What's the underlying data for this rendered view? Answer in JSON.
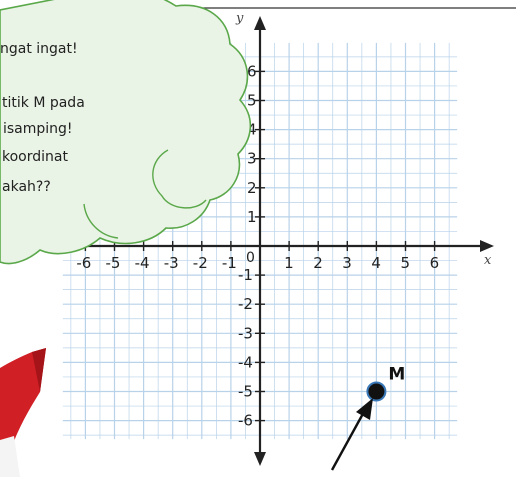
{
  "plane": {
    "x_axis_letter": "x",
    "y_axis_letter": "y",
    "x_tick_labels": [
      "-6",
      "-5",
      "-4",
      "-3",
      "-2",
      "-1",
      "1",
      "2",
      "3",
      "4",
      "5",
      "6"
    ],
    "y_tick_labels": [
      "6",
      "5",
      "4",
      "3",
      "2",
      "1",
      "-1",
      "-2",
      "-3",
      "-4",
      "-5",
      "-6"
    ],
    "origin_label": "0",
    "x_range": [
      -6,
      6
    ],
    "y_range": [
      -6,
      6
    ]
  },
  "point": {
    "label": "M",
    "x": 4,
    "y": -5
  },
  "bubble": {
    "lines": [
      "ngat ingat!",
      "titik M pada",
      "isamping!",
      "koordinat",
      "akah??"
    ]
  },
  "colors": {
    "grid": "#b8d2ea",
    "axis": "#222222",
    "bubble_fill": "#eaf4e6",
    "bubble_stroke": "#5aa84a",
    "accent_red": "#d11f26",
    "point_ring": "#3a78b8"
  }
}
